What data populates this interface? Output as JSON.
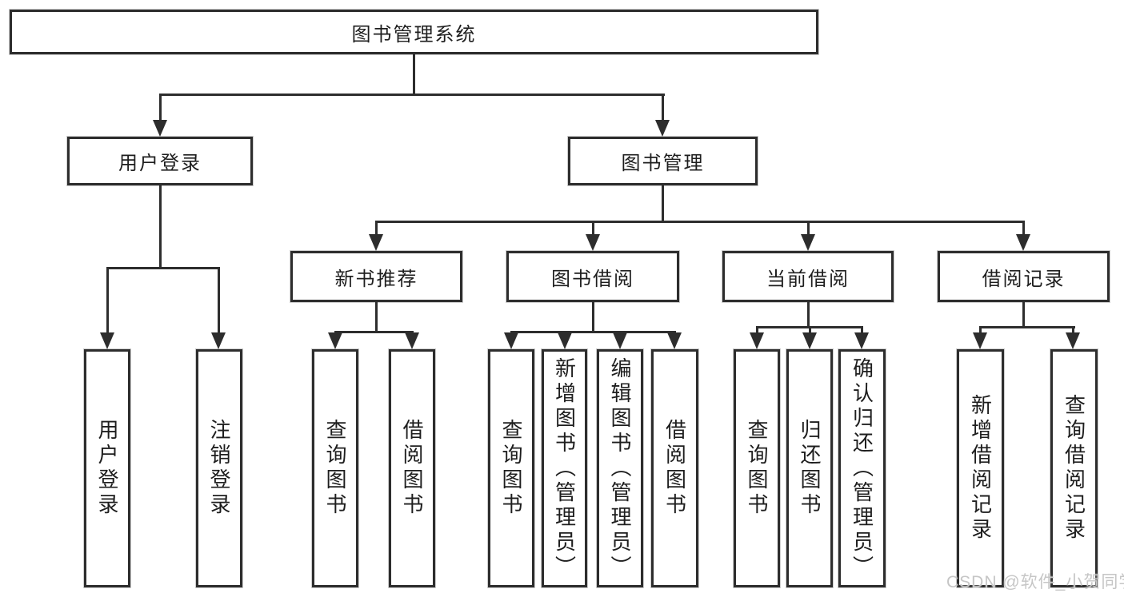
{
  "tree": {
    "root": "图书管理系统",
    "branches": [
      {
        "label": "用户登录",
        "leaves": [
          "用户登录",
          "注销登录"
        ]
      },
      {
        "label": "图书管理",
        "groups": [
          {
            "label": "新书推荐",
            "leaves": [
              "查询图书",
              "借阅图书"
            ]
          },
          {
            "label": "图书借阅",
            "leaves": [
              "查询图书",
              "新增图书（管理员）",
              "编辑图书（管理员）",
              "借阅图书"
            ]
          },
          {
            "label": "当前借阅",
            "leaves": [
              "查询图书",
              "归还图书",
              "确认归还（管理员）"
            ]
          },
          {
            "label": "借阅记录",
            "leaves": [
              "新增借阅记录",
              "查询借阅记录"
            ]
          }
        ]
      }
    ]
  },
  "watermark": "CSDN @软件_小贺同学",
  "colors": {
    "line": "#2d2d2d",
    "text": "#1e1e1e",
    "box_background": "#ffffff",
    "background": "#ffffff",
    "watermark": "#c6c6c6"
  }
}
